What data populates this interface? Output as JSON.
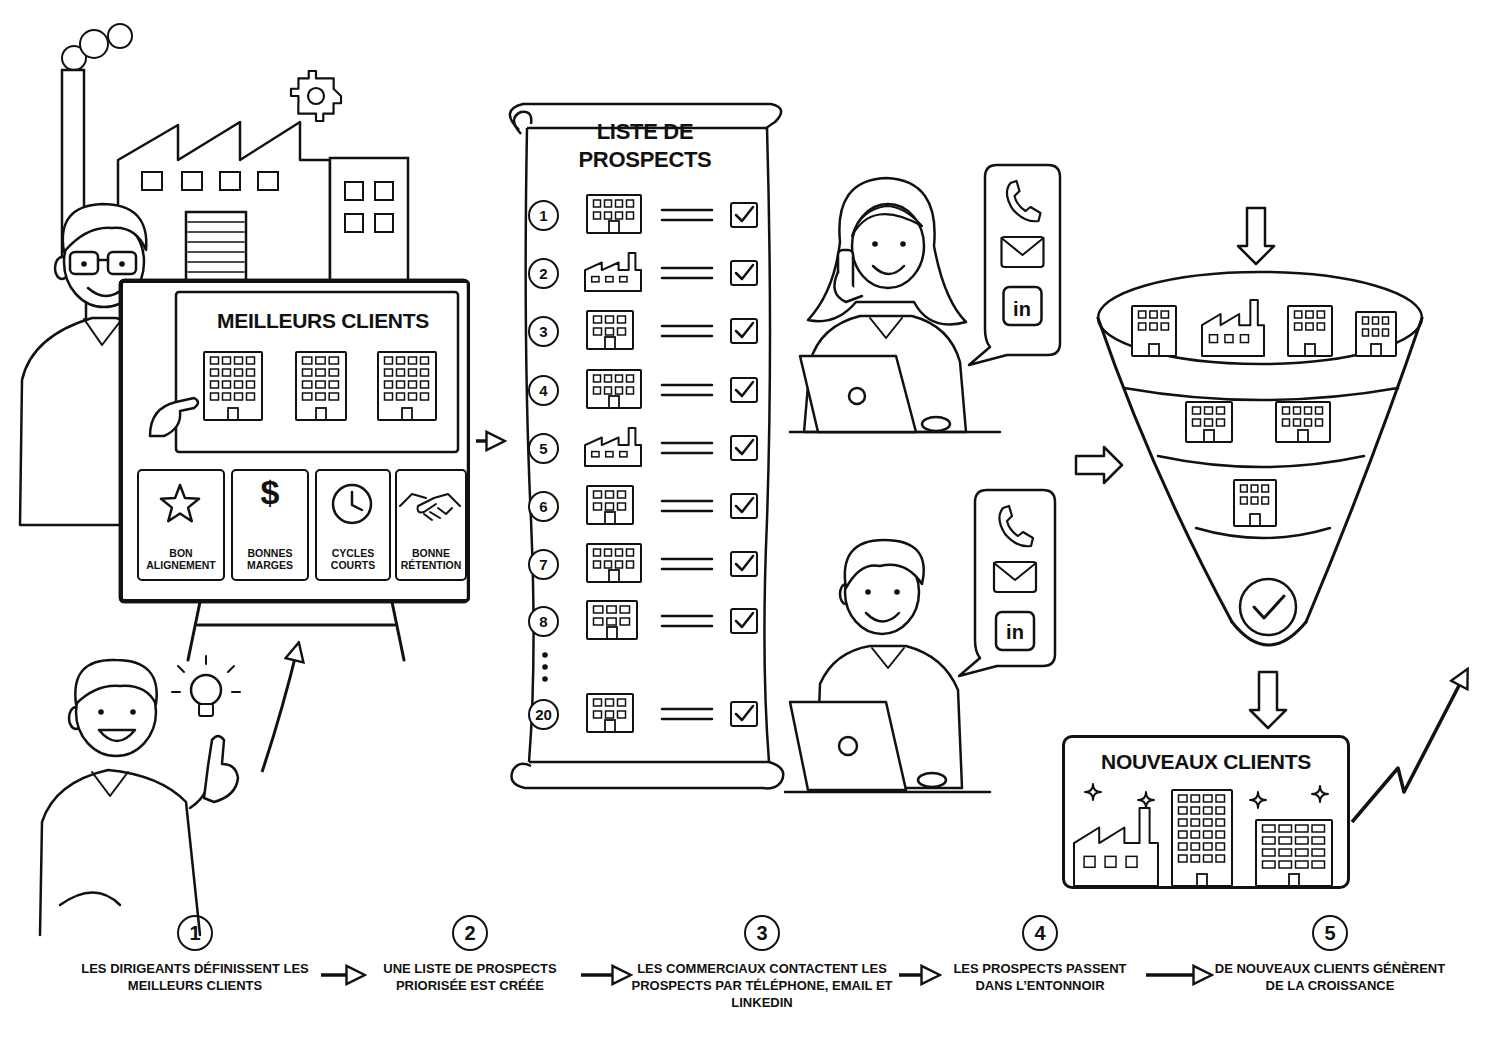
{
  "diagram": {
    "nodes": [
      {
        "text": [
          "MEILLEURS CLIENTS"
        ]
      },
      {
        "text": [
          "BON ALIGNEMENT"
        ],
        "in": 0
      },
      {
        "text": [
          "$",
          "BONNES MARGES"
        ],
        "in": 0
      },
      {
        "text": [
          "CYCLES COURTS"
        ],
        "in": 0
      },
      {
        "text": [
          "BONNE RÉTENTION"
        ],
        "in": 0
      },
      {
        "text": [
          "LISTE DE PROSPECTS"
        ]
      },
      {
        "text": [
          "1"
        ],
        "in": 5
      },
      {
        "text": [
          "2"
        ],
        "in": 5
      },
      {
        "text": [
          "3"
        ],
        "in": 5
      },
      {
        "text": [
          "4"
        ],
        "in": 5
      },
      {
        "text": [
          "5"
        ],
        "in": 5
      },
      {
        "text": [
          "6"
        ],
        "in": 5
      },
      {
        "text": [
          "7"
        ],
        "in": 5
      },
      {
        "text": [
          "8"
        ],
        "in": 5
      },
      {
        "text": [
          "20"
        ],
        "in": 5
      },
      {
        "text": [
          "NOUVEAUX CLIENTS"
        ]
      },
      {
        "text": [
          "1",
          "LES DIRIGEANTS DÉFINISSENT LES MEILLEURS CLIENTS"
        ]
      },
      {
        "text": [
          "2",
          "UNE LISTE DE PROSPECTS PRIORISÉE EST CRÉÉE"
        ]
      },
      {
        "text": [
          "3",
          "LES COMMERCIAUX CONTACTENT LES PROSPECTS PAR TÉLÉPHONE, EMAIL ET LINKEDIN"
        ]
      },
      {
        "text": [
          "4",
          "LES PROSPECTS PASSENT DANS L’ENTONNOIR"
        ]
      },
      {
        "text": [
          "5",
          "DE NOUVEAUX CLIENTS GÉNÈRENT DE LA CROISSANCE"
        ]
      }
    ],
    "edges": [
      {
        "from": 0,
        "to": 5,
        "arrow": "to"
      },
      {
        "from": 16,
        "to": 17,
        "arrow": "to"
      },
      {
        "from": 17,
        "to": 18,
        "arrow": "to"
      },
      {
        "from": 18,
        "to": 19,
        "arrow": "to"
      },
      {
        "from": 19,
        "to": 20,
        "arrow": "to"
      }
    ],
    "labels": [
      "in",
      "in"
    ]
  }
}
